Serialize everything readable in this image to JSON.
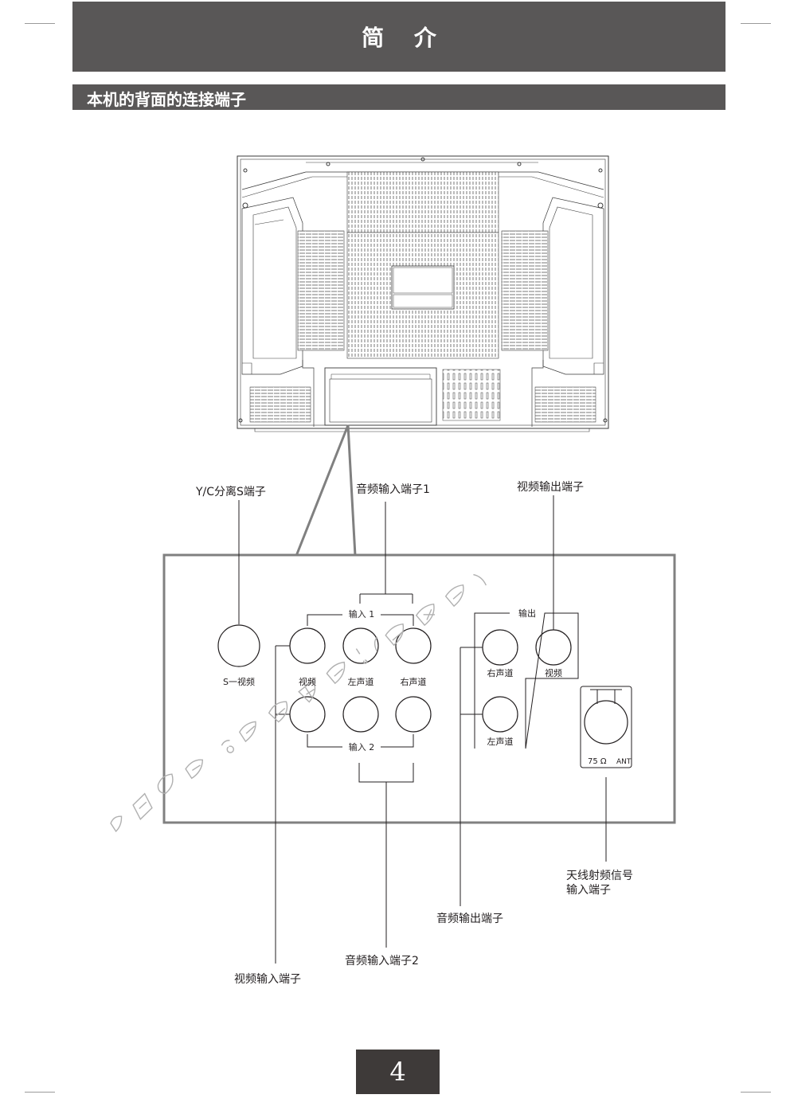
{
  "header": {
    "title": "简 介"
  },
  "section": {
    "title": "本机的背面的连接端子"
  },
  "callouts": {
    "yc_s_terminal": "Y/C分离S端子",
    "audio_in_1": "音频输入端子1",
    "video_out": "视频输出端子",
    "antenna_line1": "天线射频信号",
    "antenna_line2": "输入端子",
    "audio_out": "音频输出端子",
    "audio_in_2": "音频输入端子2",
    "video_in": "视频输入端子"
  },
  "panel": {
    "s_video": "S一视频",
    "input1": "输入 1",
    "input2": "输入 2",
    "output": "输出",
    "video": "视频",
    "left": "左声道",
    "right": "右声道",
    "out_right": "右声道",
    "out_video": "视频",
    "out_left": "左声道",
    "ant_ohm": "75 Ω",
    "ant": "ANT"
  },
  "page": {
    "number": "4"
  },
  "colors": {
    "bar": "#595757",
    "page_box": "#3e3a39",
    "line": "#231f20",
    "panel_border": "#808080"
  }
}
